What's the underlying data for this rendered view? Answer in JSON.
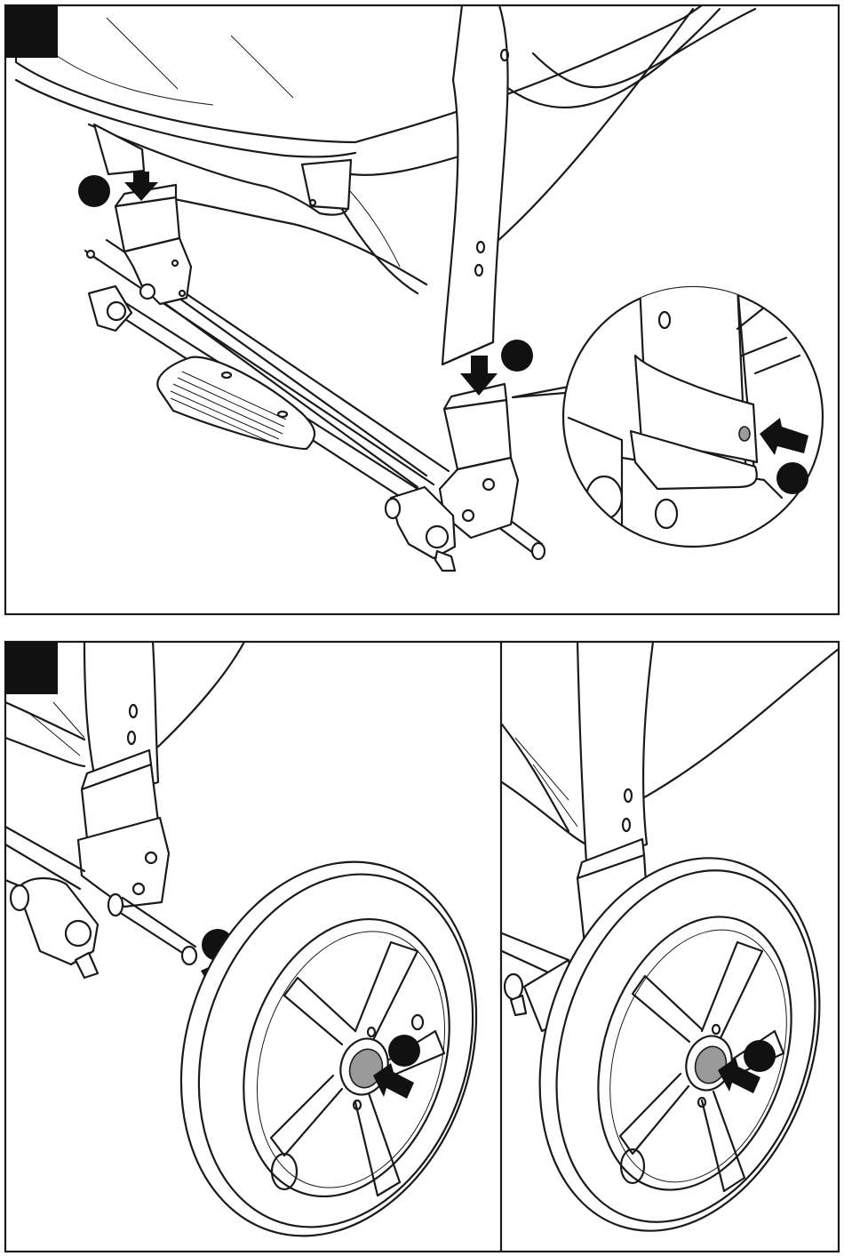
{
  "figure": {
    "panels": [
      {
        "id": "top",
        "step_marker": "black-square-marker",
        "callouts": [
          "black-dot-marker",
          "black-dot-marker",
          "black-dot-marker"
        ]
      },
      {
        "id": "bottom",
        "step_marker": "black-square-marker",
        "callouts": [
          "black-dot-marker",
          "black-dot-marker",
          "black-dot-marker"
        ]
      }
    ],
    "icons": [
      "down-arrow-icon",
      "right-arrow-icon",
      "magnifier-callout-icon",
      "wheel-icon"
    ],
    "colors": {
      "ink": "#1a1a1a",
      "hub": "#9a9a9a",
      "paper": "#ffffff"
    }
  }
}
